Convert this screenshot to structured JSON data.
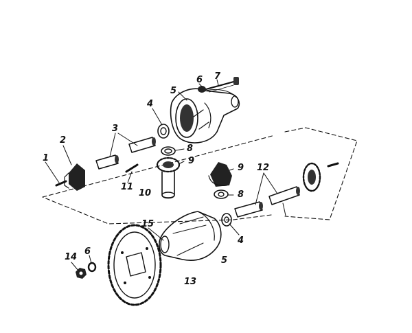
{
  "labels": {
    "l1": "1",
    "l2": "2",
    "l3": "3",
    "l4a": "4",
    "l4b": "4",
    "l5a": "5",
    "l5b": "5",
    "l6a": "6",
    "l6b": "6",
    "l7": "7",
    "l8a": "8",
    "l8b": "8",
    "l9a": "9",
    "l9b": "9",
    "l10": "10",
    "l11": "11",
    "l12": "12",
    "l13": "13",
    "l14": "14",
    "l15": "15"
  },
  "style": {
    "ink": "#111111",
    "paper": "#ffffff",
    "shade": "#333333"
  }
}
